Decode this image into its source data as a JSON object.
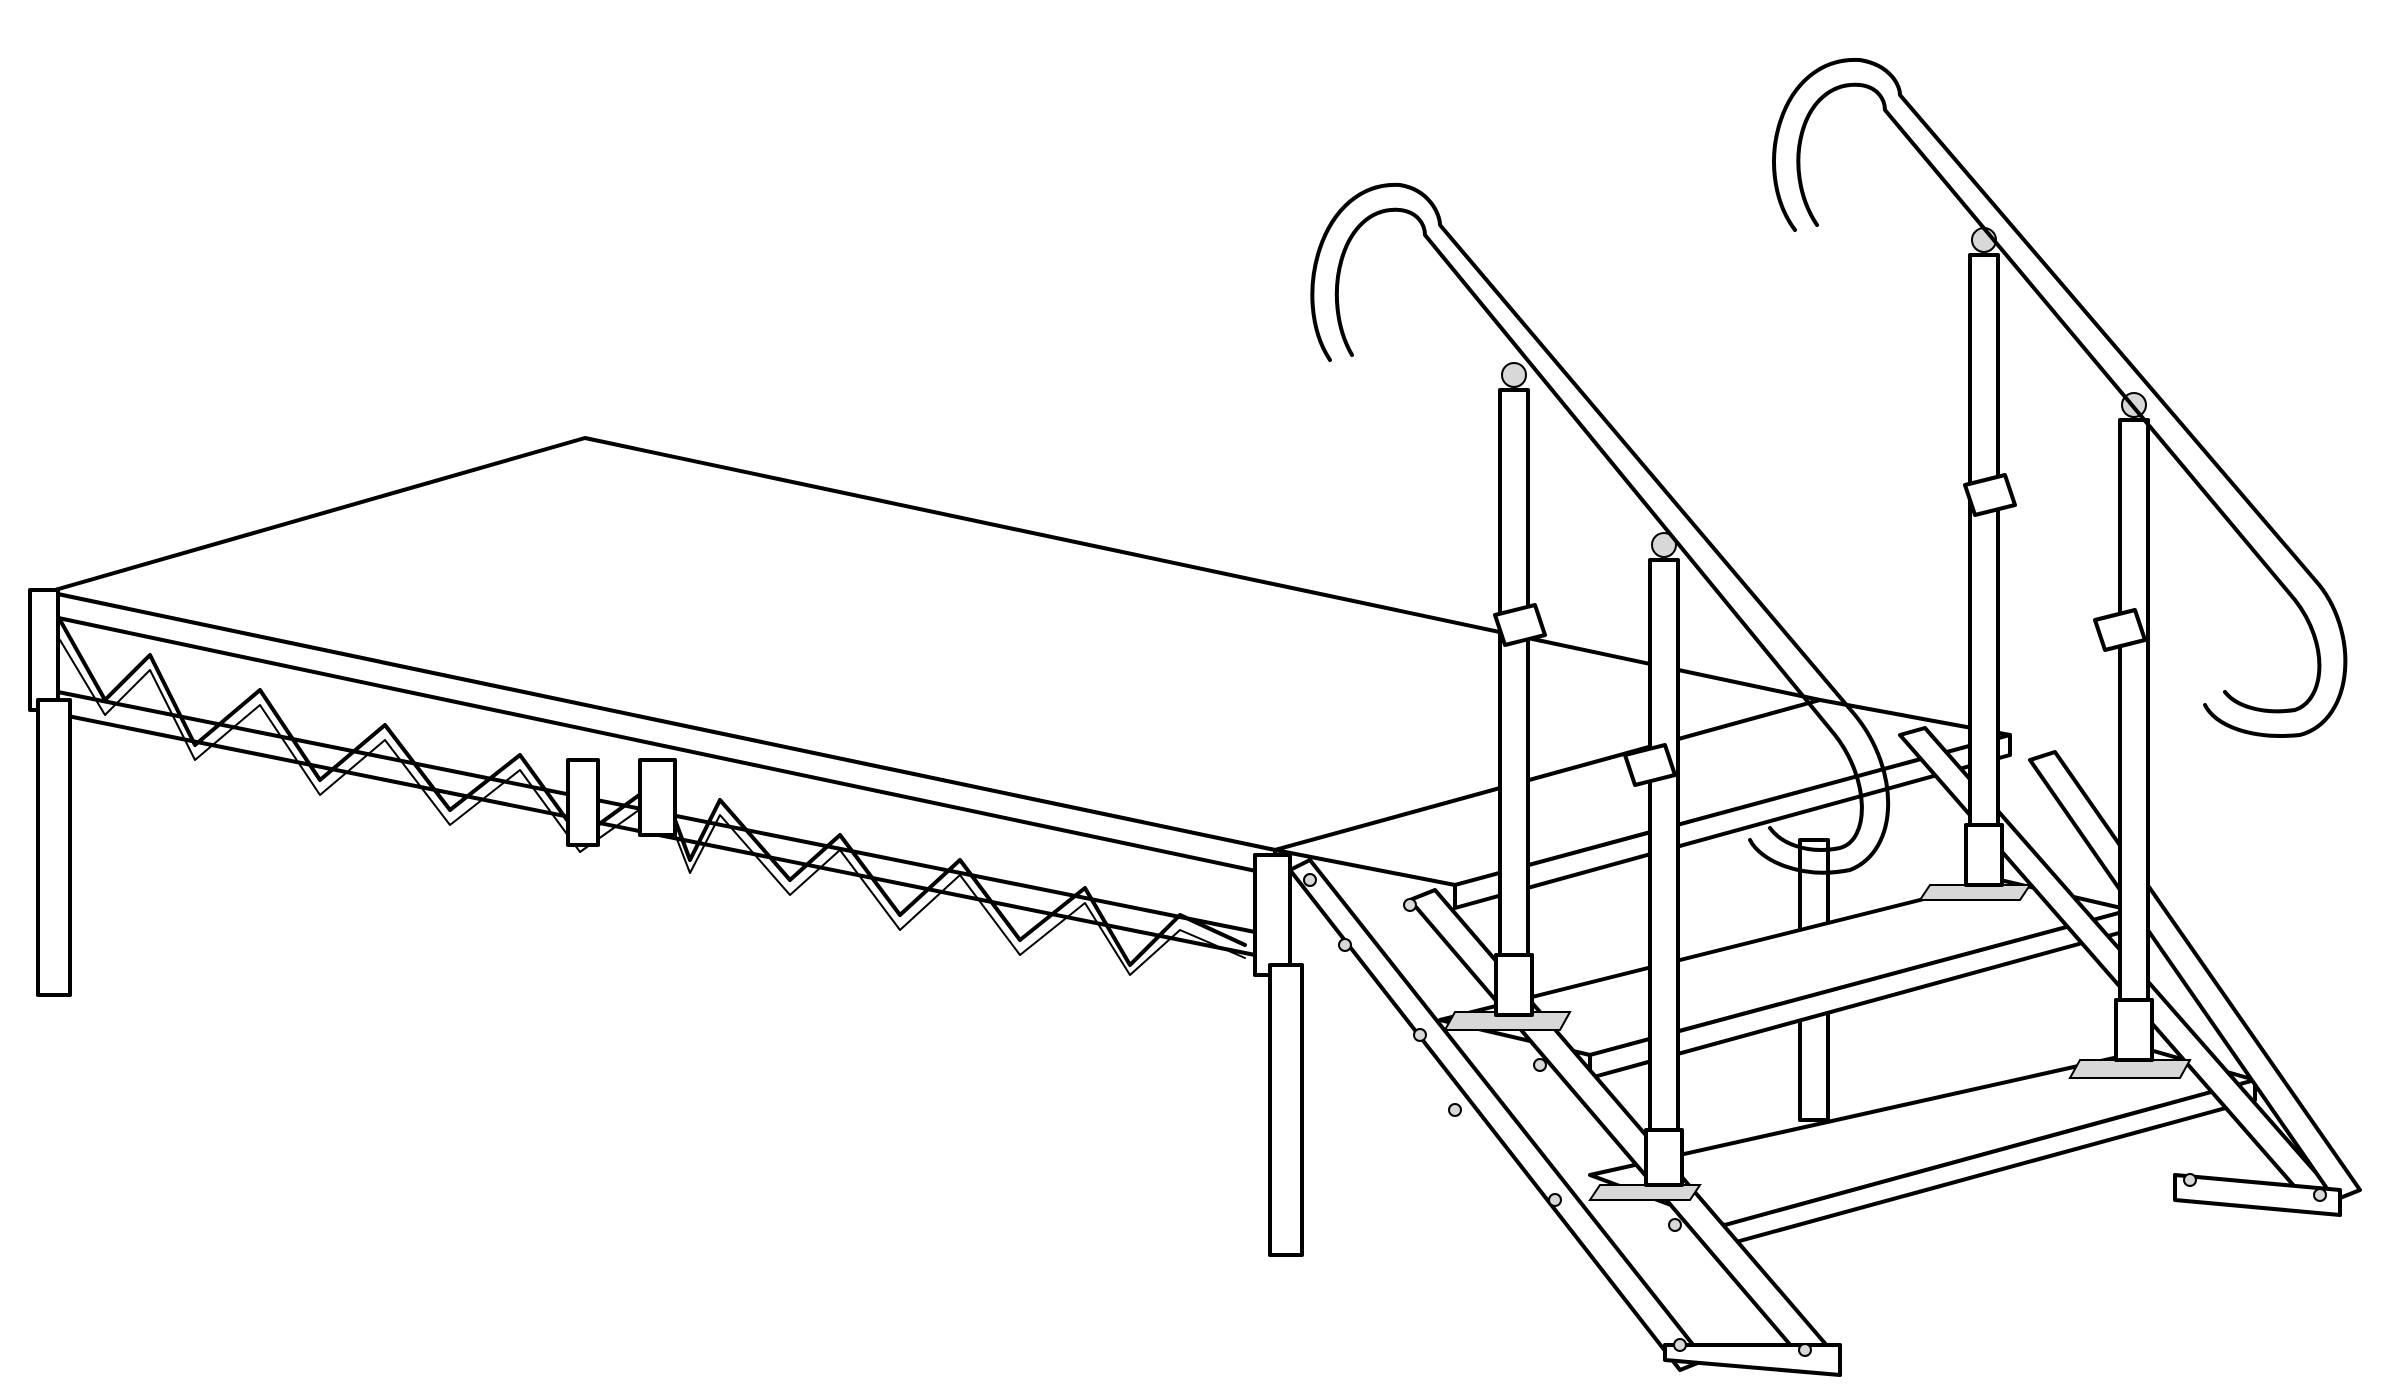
{
  "drawing": {
    "parts": [
      {
        "id": "platform",
        "icon": "stage-platform"
      },
      {
        "id": "truss",
        "icon": "truss-frame"
      },
      {
        "id": "legs",
        "icon": "support-leg"
      },
      {
        "id": "stairs",
        "icon": "stair-unit"
      },
      {
        "id": "handrails",
        "icon": "handrail"
      }
    ],
    "stroke_color": "#000000",
    "background_color": "#ffffff"
  }
}
